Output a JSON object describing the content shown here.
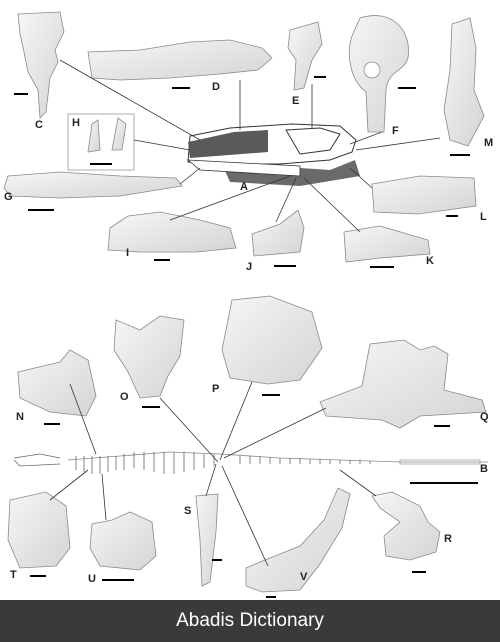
{
  "figure": {
    "panel_labels": {
      "A": "A",
      "B": "B",
      "C": "C",
      "D": "D",
      "E": "E",
      "F": "F",
      "G": "G",
      "H": "H",
      "I": "I",
      "J": "J",
      "K": "K",
      "L": "L",
      "M": "M",
      "N": "N",
      "O": "O",
      "P": "P",
      "Q": "Q",
      "R": "R",
      "S": "S",
      "T": "T",
      "U": "U",
      "V": "V"
    }
  },
  "footer": {
    "watermark": "Abadis Dictionary"
  },
  "colors": {
    "bone": "#ececec",
    "bone_stroke": "#8a8a8a",
    "skull_dark": "#555555",
    "line": "#333333",
    "footer_bg": "#3a3a3a"
  }
}
